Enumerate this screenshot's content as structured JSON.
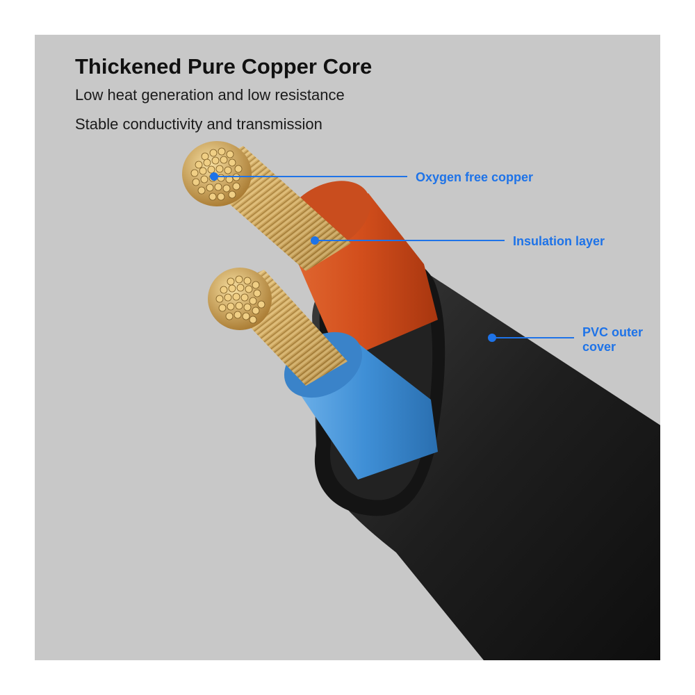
{
  "heading": {
    "title": "Thickened Pure Copper Core",
    "lines": [
      "Low heat generation and low resistance",
      "Stable conductivity and transmission"
    ]
  },
  "callouts": {
    "oxygen_free_copper": "Oxygen free copper",
    "insulation_layer": "Insulation layer",
    "pvc_outer_cover_line1": "PVC outer",
    "pvc_outer_cover_line2": "cover"
  },
  "colors": {
    "background": "#c8c8c8",
    "accent": "#1e73e8",
    "copper": "#c9a25a",
    "insulation_red": "#d9531e",
    "insulation_blue": "#3f8fd6",
    "jacket": "#1c1c1c"
  }
}
